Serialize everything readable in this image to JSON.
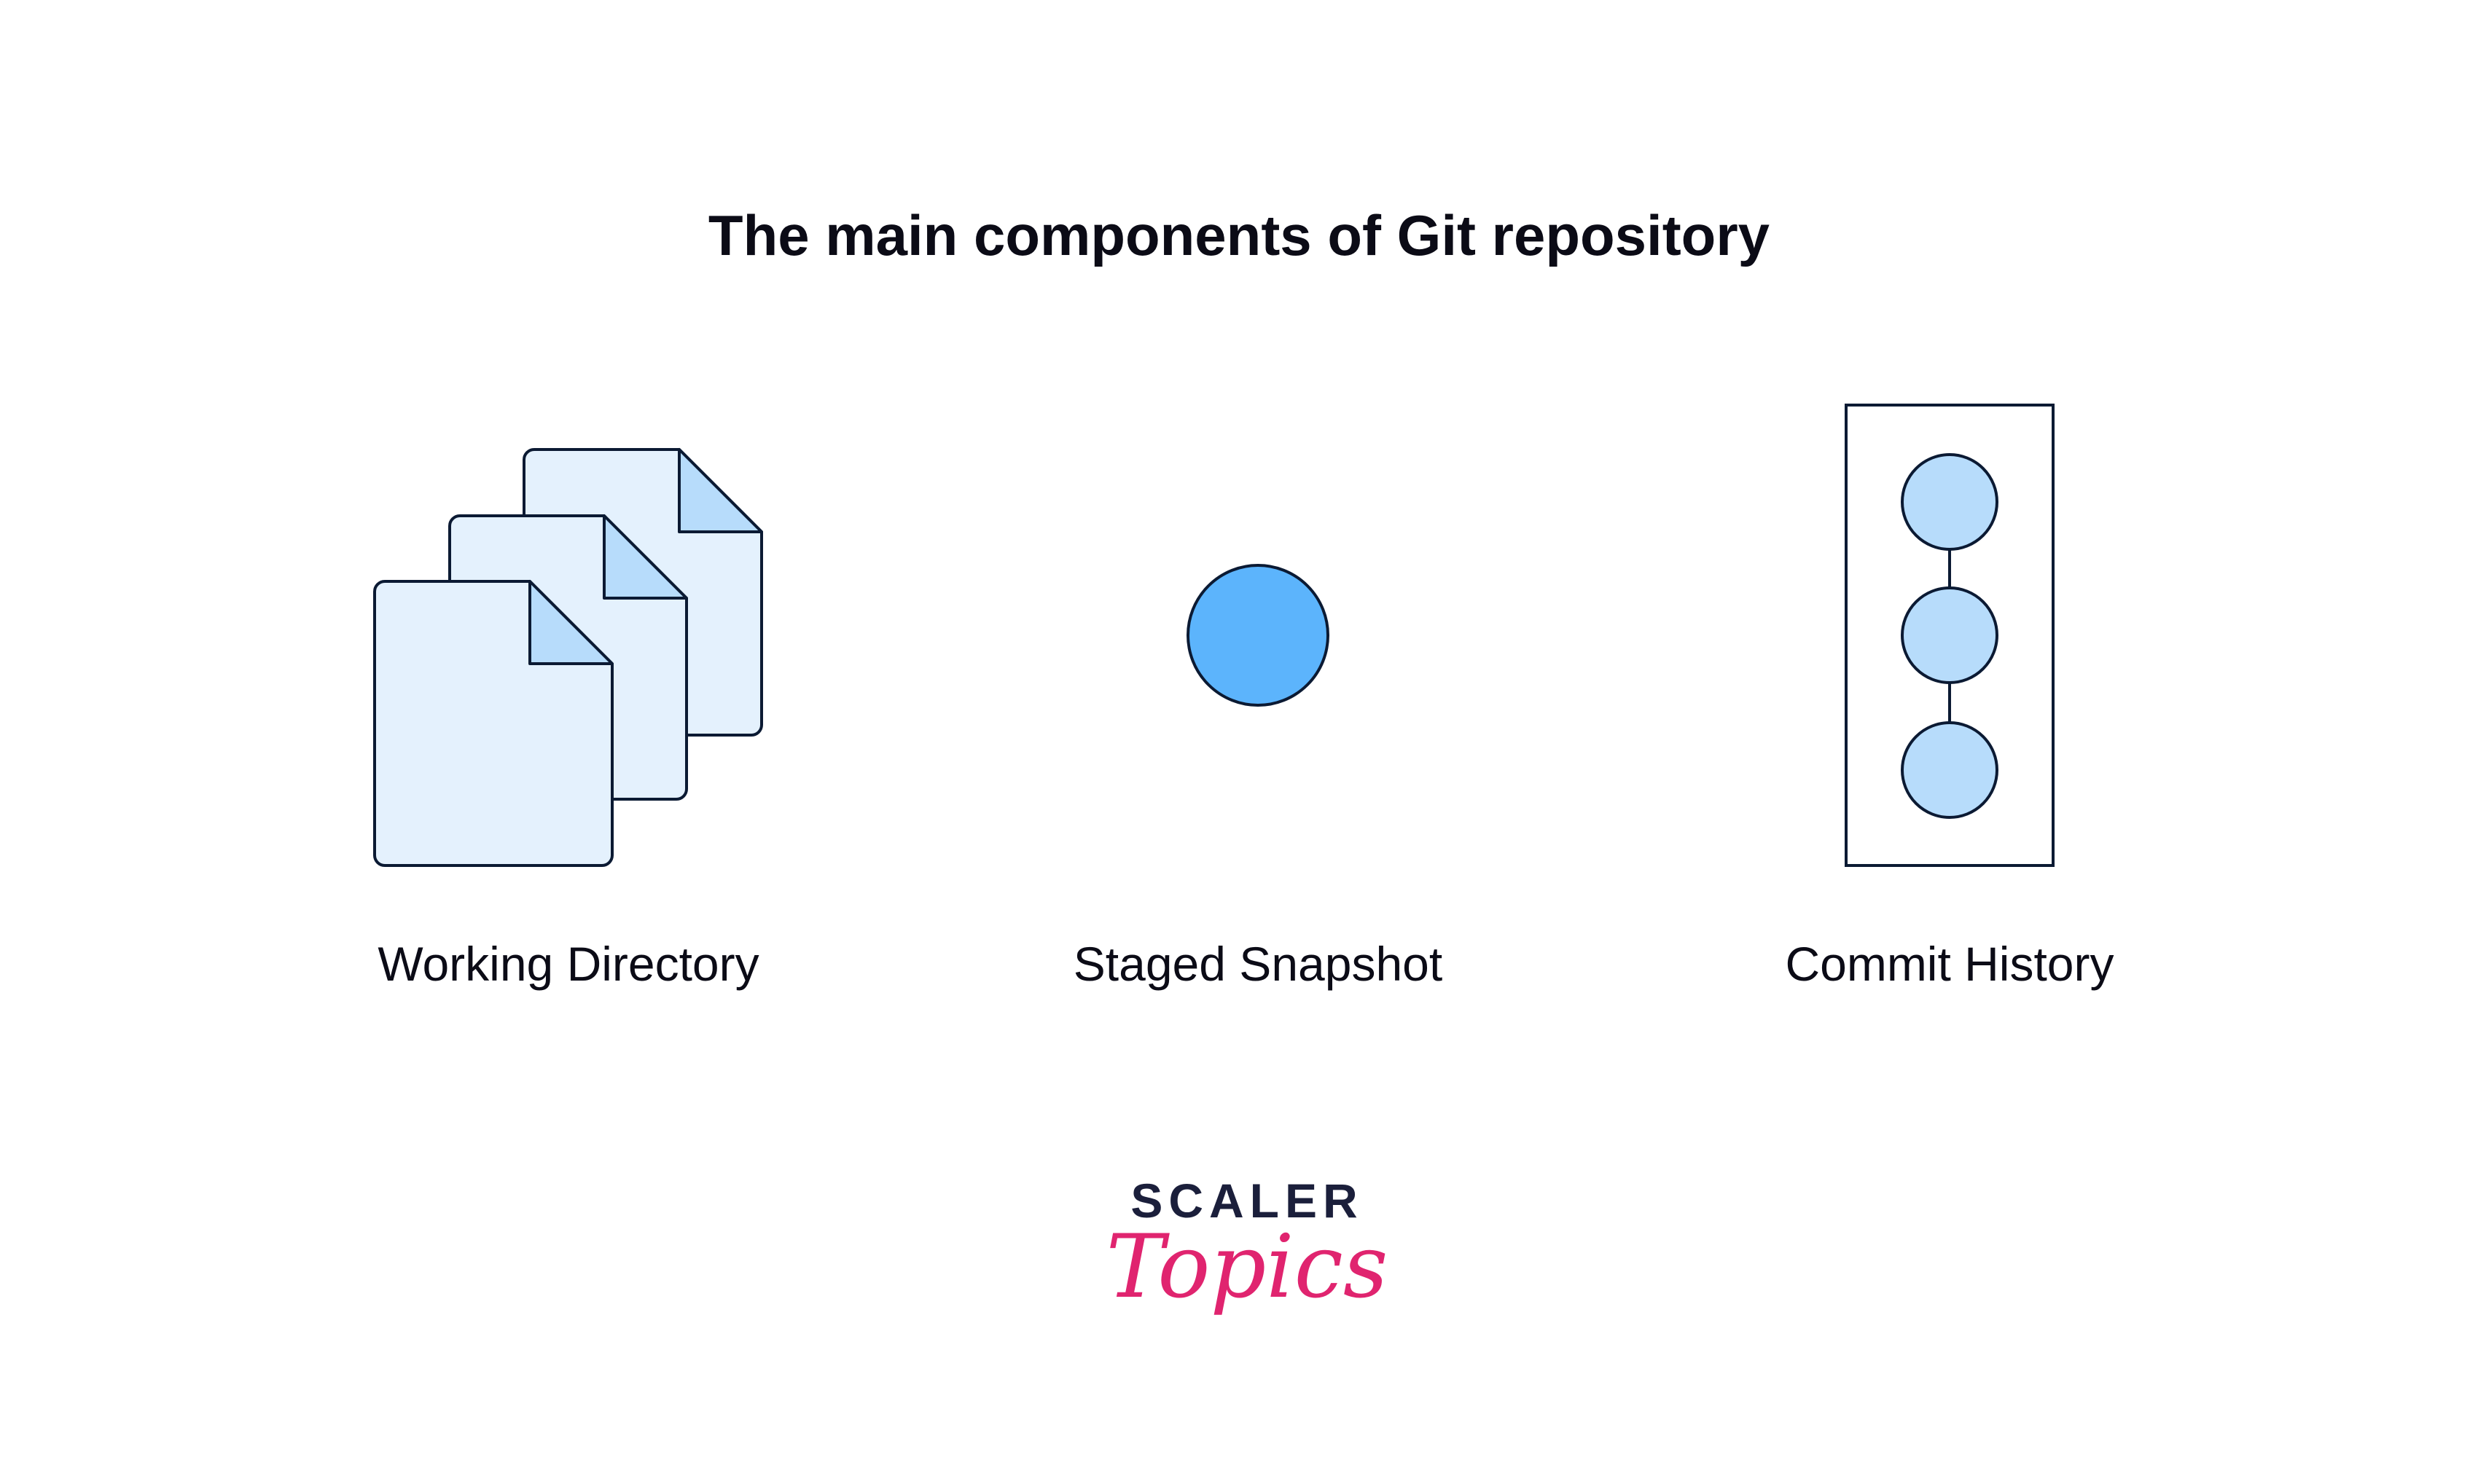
{
  "title": "The main components of Git repository",
  "components": [
    {
      "label": "Working Directory",
      "icon": "stacked-files-icon"
    },
    {
      "label": "Staged Snapshot",
      "icon": "snapshot-circle-icon"
    },
    {
      "label": "Commit History",
      "icon": "commit-chain-icon"
    }
  ],
  "logo": {
    "line1": "SCALER",
    "line2": "Topics"
  },
  "colors": {
    "file_fill": "#e4f1fd",
    "fold_fill": "#b7dcfb",
    "snapshot_fill": "#5cb4fc",
    "commit_fill": "#b7dcfb",
    "stroke": "#0b1a33",
    "logo_accent": "#e0246f"
  }
}
